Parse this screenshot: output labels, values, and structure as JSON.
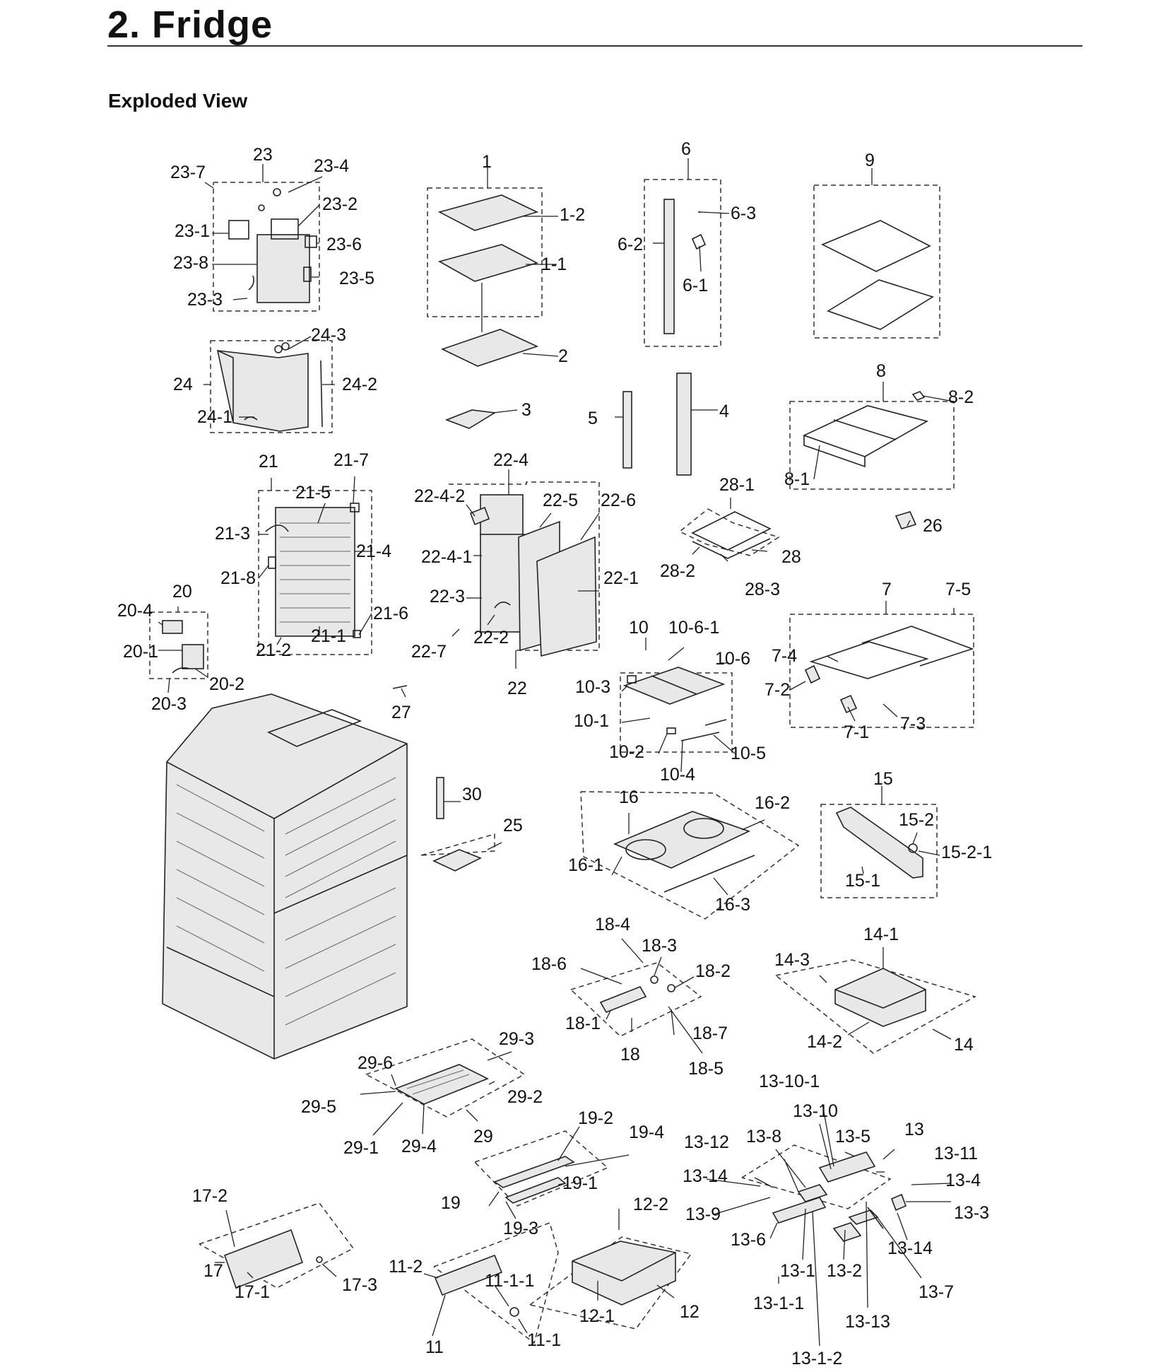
{
  "title": "2.  Fridge",
  "section": "Exploded View",
  "labels": {
    "l1": "1",
    "l1_2": "1-2",
    "l1_1": "1-1",
    "l2": "2",
    "l3": "3",
    "l4": "4",
    "l5": "5",
    "l6": "6",
    "l6_1": "6-1",
    "l6_2": "6-2",
    "l6_3": "6-3",
    "l7": "7",
    "l7_1": "7-1",
    "l7_2": "7-2",
    "l7_3": "7-3",
    "l7_4": "7-4",
    "l7_5": "7-5",
    "l8": "8",
    "l8_1": "8-1",
    "l8_2": "8-2",
    "l9": "9",
    "l10": "10",
    "l10_1": "10-1",
    "l10_2": "10-2",
    "l10_3": "10-3",
    "l10_4": "10-4",
    "l10_5": "10-5",
    "l10_6": "10-6",
    "l10_6_1": "10-6-1",
    "l11": "11",
    "l11_1": "11-1",
    "l11_1_1": "11-1-1",
    "l11_2": "11-2",
    "l12": "12",
    "l12_1": "12-1",
    "l12_2": "12-2",
    "l13": "13",
    "l13_1": "13-1",
    "l13_1_1": "13-1-1",
    "l13_1_2": "13-1-2",
    "l13_2": "13-2",
    "l13_3": "13-3",
    "l13_4": "13-4",
    "l13_5": "13-5",
    "l13_6": "13-6",
    "l13_7": "13-7",
    "l13_8": "13-8",
    "l13_9": "13-9",
    "l13_10": "13-10",
    "l13_10_1": "13-10-1",
    "l13_11": "13-11",
    "l13_12": "13-12",
    "l13_13": "13-13",
    "l13_14a": "13-14",
    "l13_14b": "13-14",
    "l14": "14",
    "l14_1": "14-1",
    "l14_2": "14-2",
    "l14_3": "14-3",
    "l15": "15",
    "l15_1": "15-1",
    "l15_2": "15-2",
    "l15_2_1": "15-2-1",
    "l16": "16",
    "l16_1": "16-1",
    "l16_2": "16-2",
    "l16_3": "16-3",
    "l17": "17",
    "l17_1": "17-1",
    "l17_2": "17-2",
    "l17_3": "17-3",
    "l18": "18",
    "l18_1": "18-1",
    "l18_2": "18-2",
    "l18_3": "18-3",
    "l18_4": "18-4",
    "l18_5": "18-5",
    "l18_6": "18-6",
    "l18_7": "18-7",
    "l19": "19",
    "l19_1": "19-1",
    "l19_2": "19-2",
    "l19_3": "19-3",
    "l19_4": "19-4",
    "l20": "20",
    "l20_1": "20-1",
    "l20_2": "20-2",
    "l20_3": "20-3",
    "l20_4": "20-4",
    "l21": "21",
    "l21_1": "21-1",
    "l21_2": "21-2",
    "l21_3": "21-3",
    "l21_4": "21-4",
    "l21_5": "21-5",
    "l21_6": "21-6",
    "l21_7": "21-7",
    "l21_8": "21-8",
    "l22": "22",
    "l22_1": "22-1",
    "l22_2": "22-2",
    "l22_3": "22-3",
    "l22_4": "22-4",
    "l22_4_1": "22-4-1",
    "l22_4_2": "22-4-2",
    "l22_5": "22-5",
    "l22_6": "22-6",
    "l22_7": "22-7",
    "l23": "23",
    "l23_1": "23-1",
    "l23_2": "23-2",
    "l23_3": "23-3",
    "l23_4": "23-4",
    "l23_5": "23-5",
    "l23_6": "23-6",
    "l23_7": "23-7",
    "l23_8": "23-8",
    "l24": "24",
    "l24_1": "24-1",
    "l24_2": "24-2",
    "l24_3": "24-3",
    "l25": "25",
    "l26": "26",
    "l27": "27",
    "l28": "28",
    "l28_1": "28-1",
    "l28_2": "28-2",
    "l28_3": "28-3",
    "l29": "29",
    "l29_1": "29-1",
    "l29_2": "29-2",
    "l29_3": "29-3",
    "l29_4": "29-4",
    "l29_5": "29-5",
    "l29_6": "29-6",
    "l30": "30"
  }
}
